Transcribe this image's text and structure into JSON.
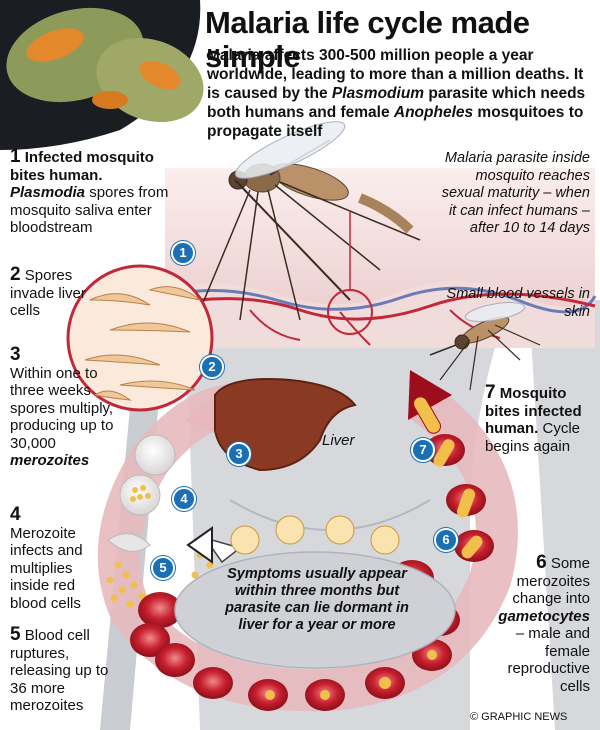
{
  "title": "Malaria life cycle made simple",
  "intro": {
    "part1": "Malaria affects 300-500 million people a year worldwide, leading to more than a million deaths. It is caused by the ",
    "parasite": "Plasmodium",
    "part2": " parasite which needs both humans and female ",
    "mosquito": "Anopheles",
    "part3": " mosquitoes to propagate itself"
  },
  "steps": [
    {
      "num": "1",
      "bold": "Infected mosquito bites human.",
      "italic": "Plasmodia",
      "text": "spores from mosquito saliva enter bloodstream"
    },
    {
      "num": "2",
      "text": "Spores invade liver cells"
    },
    {
      "num": "3",
      "text": "Within one to three weeks spores multiply, producing up to 30,000",
      "italic": "merozoites"
    },
    {
      "num": "4",
      "text": "Merozoite infects and multiplies inside red blood cells"
    },
    {
      "num": "5",
      "text": "Blood cell ruptures, releasing up to 36 more merozoites"
    },
    {
      "num": "6",
      "text1": "Some merozoites change into",
      "italic": "gametocytes",
      "text2": "– male and female reproductive cells"
    },
    {
      "num": "7",
      "bold": "Mosquito bites infected human.",
      "text": "Cycle begins again"
    }
  ],
  "notes": {
    "maturity": "Malaria parasite inside mosquito reaches sexual maturity – when it can infect humans – after 10 to 14 days",
    "vessels": "Small blood vessels in skin",
    "liver": "Liver",
    "symptoms": "Symptoms usually appear within three months but parasite can lie dormant in liver for a year or more"
  },
  "badges": [
    "1",
    "2",
    "3",
    "4",
    "5",
    "6",
    "7"
  ],
  "credit": "© GRAPHIC NEWS",
  "colors": {
    "badge": "#1b6fb5",
    "ring": "#e7b9bd",
    "blood_cell": "#c0182a",
    "liver": "#8a3a22",
    "skin": "#f4dede"
  }
}
